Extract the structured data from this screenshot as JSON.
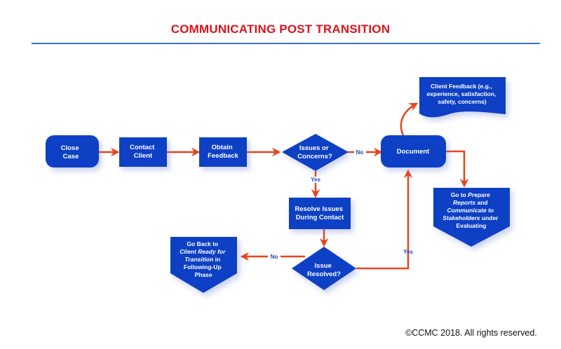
{
  "title": "COMMUNICATING POST TRANSITION",
  "copyright": "©CCMC 2018. All rights reserved.",
  "colors": {
    "node_fill": "#0b41c4",
    "arrow": "#e8441c",
    "title": "#e0121b",
    "rule": "#3a6fc9",
    "edge_label": "#1f49b6"
  },
  "nodes": {
    "close_case": {
      "lines": [
        "Close",
        "Case"
      ],
      "shape": "rounded-rectangle"
    },
    "contact_client": {
      "lines": [
        "Contact",
        "Client"
      ],
      "shape": "rectangle"
    },
    "obtain_feedback": {
      "lines": [
        "Obtain",
        "Feedback"
      ],
      "shape": "rectangle"
    },
    "issues_decision": {
      "lines": [
        "Issues or",
        "Concerns?"
      ],
      "shape": "diamond"
    },
    "document": {
      "lines": [
        "Document"
      ],
      "shape": "rounded-rectangle"
    },
    "client_feedback": {
      "lines": [
        "Client Feedback (e.g.,",
        "experience, satisfaction,",
        "safety, concerns)"
      ],
      "shape": "document"
    },
    "go_to_prepare": {
      "lines": [
        "Go to ",
        "Prepare",
        "Reports",
        " and",
        "Communicate to",
        "Stakeholders",
        " under",
        "Evaluating"
      ],
      "shape": "off-page-connector"
    },
    "resolve_issues": {
      "lines": [
        "Resolve Issues",
        "During Contact"
      ],
      "shape": "rectangle"
    },
    "issue_resolved": {
      "lines": [
        "Issue",
        "Resolved?"
      ],
      "shape": "diamond"
    },
    "go_back": {
      "lines": [
        "Go Back to",
        "Client Ready for",
        "Transition",
        " in",
        "Following-Up",
        "Phase"
      ],
      "shape": "off-page-connector"
    }
  },
  "edges": {
    "no_1": "No",
    "yes_1": "Yes",
    "no_2": "No",
    "yes_2": "Yes"
  }
}
